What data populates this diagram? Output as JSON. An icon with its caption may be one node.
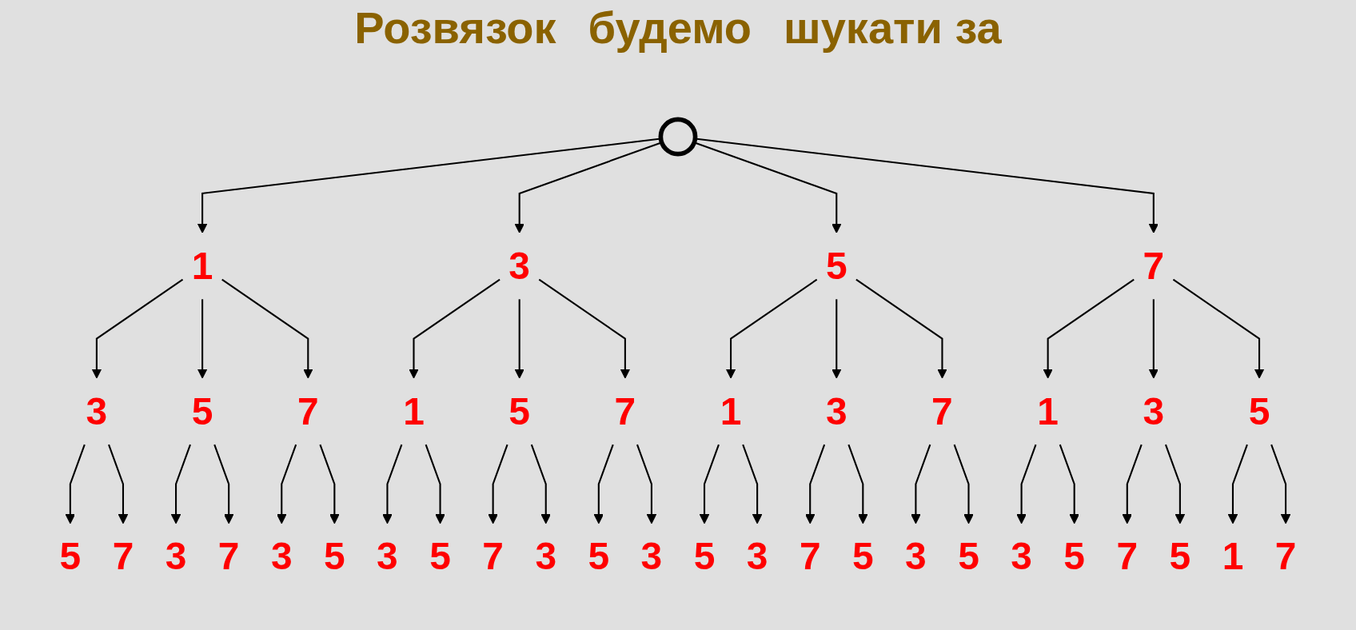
{
  "diagram": {
    "nodes": [
      {
        "text": [],
        "shape": "circle"
      },
      {
        "text": [
          "1"
        ]
      },
      {
        "text": [
          "3"
        ]
      },
      {
        "text": [
          "5"
        ]
      },
      {
        "text": [
          "7"
        ]
      },
      {
        "text": [
          "3"
        ]
      },
      {
        "text": [
          "5"
        ]
      },
      {
        "text": [
          "7"
        ]
      },
      {
        "text": [
          "1"
        ]
      },
      {
        "text": [
          "5"
        ]
      },
      {
        "text": [
          "7"
        ]
      },
      {
        "text": [
          "1"
        ]
      },
      {
        "text": [
          "3"
        ]
      },
      {
        "text": [
          "7"
        ]
      },
      {
        "text": [
          "1"
        ]
      },
      {
        "text": [
          "3"
        ]
      },
      {
        "text": [
          "5"
        ]
      },
      {
        "text": [
          "5"
        ]
      },
      {
        "text": [
          "7"
        ]
      },
      {
        "text": [
          "3"
        ]
      },
      {
        "text": [
          "7"
        ]
      },
      {
        "text": [
          "3"
        ]
      },
      {
        "text": [
          "5"
        ]
      },
      {
        "text": [
          "3"
        ]
      },
      {
        "text": [
          "5"
        ]
      },
      {
        "text": [
          "7"
        ]
      },
      {
        "text": [
          "3"
        ]
      },
      {
        "text": [
          "5"
        ]
      },
      {
        "text": [
          "3"
        ]
      },
      {
        "text": [
          "5"
        ]
      },
      {
        "text": [
          "3"
        ]
      },
      {
        "text": [
          "7"
        ]
      },
      {
        "text": [
          "5"
        ]
      },
      {
        "text": [
          "3"
        ]
      },
      {
        "text": [
          "5"
        ]
      },
      {
        "text": [
          "3"
        ]
      },
      {
        "text": [
          "5"
        ]
      },
      {
        "text": [
          "7"
        ]
      },
      {
        "text": [
          "5"
        ]
      },
      {
        "text": [
          "1"
        ]
      },
      {
        "text": [
          "7"
        ]
      }
    ],
    "edges": [
      {
        "from": 0,
        "to": 1,
        "arrow": "to"
      },
      {
        "from": 0,
        "to": 2,
        "arrow": "to"
      },
      {
        "from": 0,
        "to": 3,
        "arrow": "to"
      },
      {
        "from": 0,
        "to": 4,
        "arrow": "to"
      },
      {
        "from": 1,
        "to": 5,
        "arrow": "to"
      },
      {
        "from": 1,
        "to": 6,
        "arrow": "to"
      },
      {
        "from": 1,
        "to": 7,
        "arrow": "to"
      },
      {
        "from": 2,
        "to": 8,
        "arrow": "to"
      },
      {
        "from": 2,
        "to": 9,
        "arrow": "to"
      },
      {
        "from": 2,
        "to": 10,
        "arrow": "to"
      },
      {
        "from": 3,
        "to": 11,
        "arrow": "to"
      },
      {
        "from": 3,
        "to": 12,
        "arrow": "to"
      },
      {
        "from": 3,
        "to": 13,
        "arrow": "to"
      },
      {
        "from": 4,
        "to": 14,
        "arrow": "to"
      },
      {
        "from": 4,
        "to": 15,
        "arrow": "to"
      },
      {
        "from": 4,
        "to": 16,
        "arrow": "to"
      },
      {
        "from": 5,
        "to": 17,
        "arrow": "to"
      },
      {
        "from": 5,
        "to": 18,
        "arrow": "to"
      },
      {
        "from": 6,
        "to": 19,
        "arrow": "to"
      },
      {
        "from": 6,
        "to": 20,
        "arrow": "to"
      },
      {
        "from": 7,
        "to": 21,
        "arrow": "to"
      },
      {
        "from": 7,
        "to": 22,
        "arrow": "to"
      },
      {
        "from": 8,
        "to": 23,
        "arrow": "to"
      },
      {
        "from": 8,
        "to": 24,
        "arrow": "to"
      },
      {
        "from": 9,
        "to": 25,
        "arrow": "to"
      },
      {
        "from": 9,
        "to": 26,
        "arrow": "to"
      },
      {
        "from": 10,
        "to": 27,
        "arrow": "to"
      },
      {
        "from": 10,
        "to": 28,
        "arrow": "to"
      },
      {
        "from": 11,
        "to": 29,
        "arrow": "to"
      },
      {
        "from": 11,
        "to": 30,
        "arrow": "to"
      },
      {
        "from": 12,
        "to": 31,
        "arrow": "to"
      },
      {
        "from": 12,
        "to": 32,
        "arrow": "to"
      },
      {
        "from": 13,
        "to": 33,
        "arrow": "to"
      },
      {
        "from": 13,
        "to": 34,
        "arrow": "to"
      },
      {
        "from": 14,
        "to": 35,
        "arrow": "to"
      },
      {
        "from": 14,
        "to": 36,
        "arrow": "to"
      },
      {
        "from": 15,
        "to": 37,
        "arrow": "to"
      },
      {
        "from": 15,
        "to": 38,
        "arrow": "to"
      },
      {
        "from": 16,
        "to": 39,
        "arrow": "to"
      },
      {
        "from": 16,
        "to": 40,
        "arrow": "to"
      }
    ],
    "labels": [
      "Розвязок",
      "будемо",
      "шукати за"
    ]
  }
}
